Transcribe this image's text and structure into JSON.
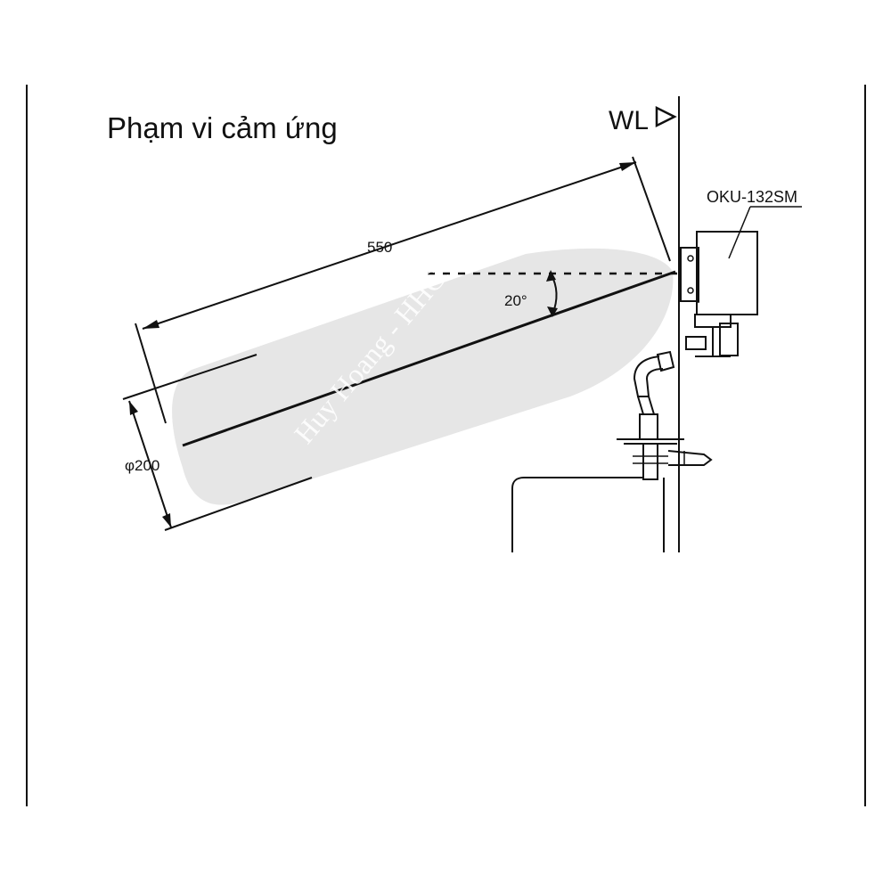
{
  "title": "Phạm vi cảm ứng",
  "wall_label": "WL",
  "model_label": "OKU-132SM",
  "dimensions": {
    "length": "550",
    "angle": "20°",
    "diameter": "φ200"
  },
  "watermark": "Huy Hoang - HHC.VN",
  "colors": {
    "sensing_zone": "#e6e6e6",
    "line": "#111111",
    "background": "#ffffff"
  }
}
